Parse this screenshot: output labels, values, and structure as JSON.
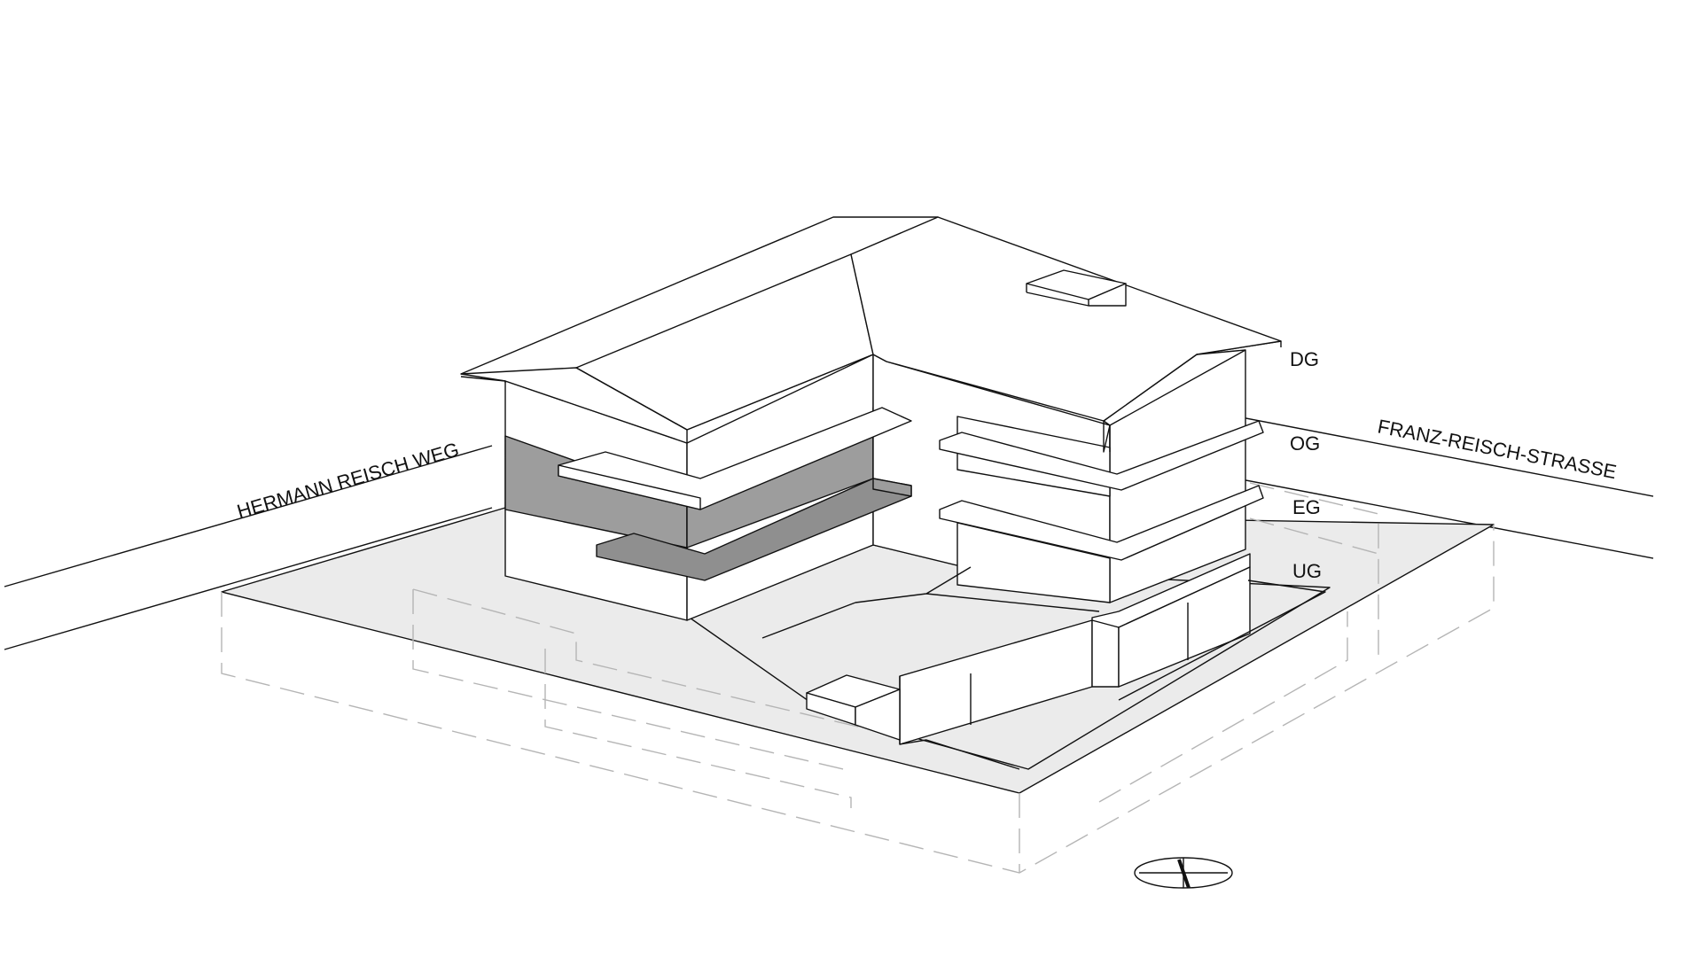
{
  "floors": {
    "dg": "DG",
    "og": "OG",
    "eg": "EG",
    "ug": "UG"
  },
  "streets": {
    "west": "HERMANN REISCH WEG",
    "east": "FRANZ-REISCH-STRASSE"
  },
  "colors": {
    "line": "#111111",
    "highlight_floor": "#9d9d9d",
    "ground": "#ebebeb",
    "hidden_lines": "#b5b5b5"
  },
  "icons": [
    "north-arrow-icon"
  ]
}
